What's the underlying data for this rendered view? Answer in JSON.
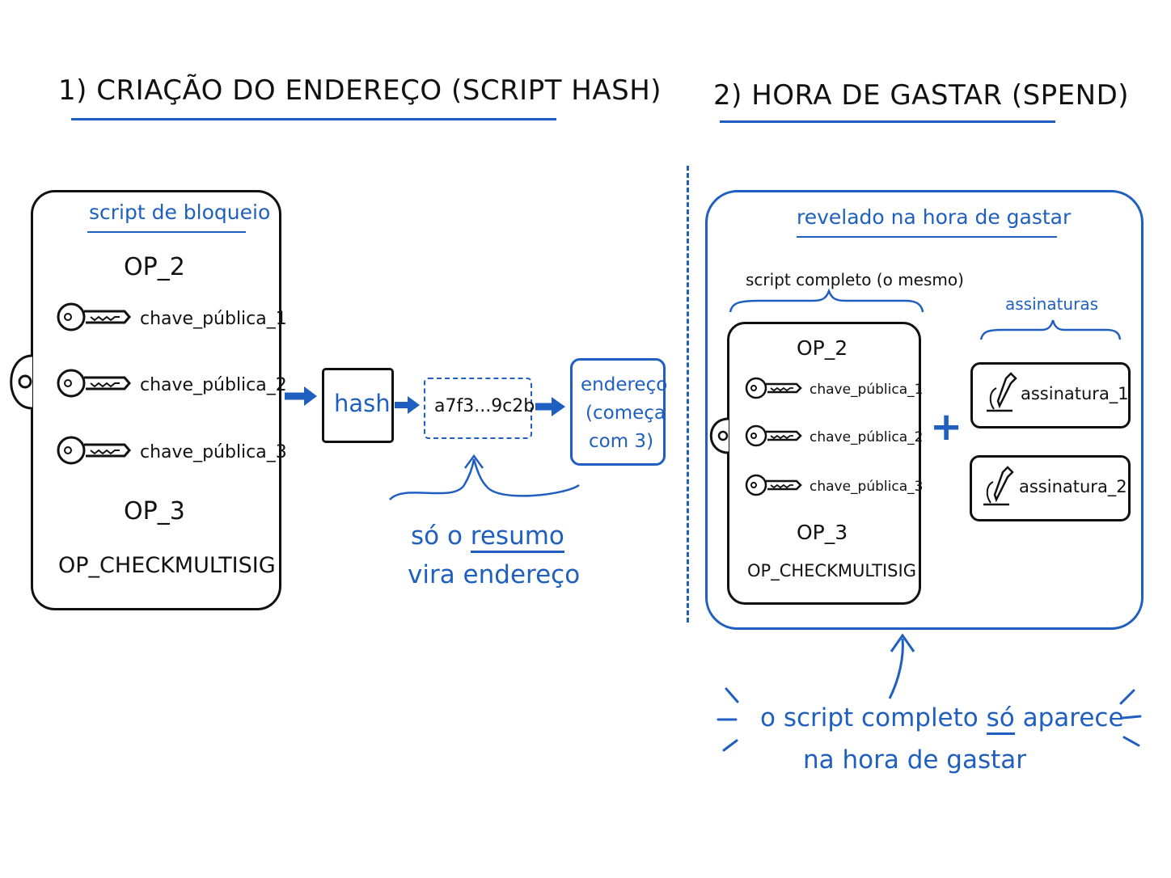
{
  "section1": {
    "title": "1) CRIAÇÃO DO ENDEREÇO (SCRIPT HASH)",
    "script_label": "script de bloqueio",
    "op_m": "OP_2",
    "keys": [
      "chave_pública_1",
      "chave_pública_2",
      "chave_pública_3"
    ],
    "op_n": "OP_3",
    "op_check": "OP_CHECKMULTISIG",
    "hash_label": "hash",
    "digest": "a7f3...9c2b",
    "address_lines": [
      "endereço",
      "(começa",
      "com 3)"
    ],
    "note_line1_prefix": "só o",
    "note_line1_emph": "resumo",
    "note_line2": "vira endereço"
  },
  "section2": {
    "title": "2) HORA DE GASTAR (SPEND)",
    "revealed_label": "revelado na hora de gastar",
    "full_script_label": "script completo (o mesmo)",
    "signatures_label": "assinaturas",
    "op_m": "OP_2",
    "keys": [
      "chave_pública_1",
      "chave_pública_2",
      "chave_pública_3"
    ],
    "op_n": "OP_3",
    "op_check": "OP_CHECKMULTISIG",
    "plus": "+",
    "signatures": [
      "assinatura_1",
      "assinatura_2"
    ],
    "note_line1_prefix": "o script completo",
    "note_line1_emph": "só",
    "note_line1_suffix": "aparece",
    "note_line2": "na hora de gastar"
  },
  "colors": {
    "accent": "#1f5fbf",
    "ink": "#111111"
  },
  "icons": [
    "key-icon",
    "pen-icon",
    "arrow-right-icon",
    "padlock-ring-icon"
  ]
}
